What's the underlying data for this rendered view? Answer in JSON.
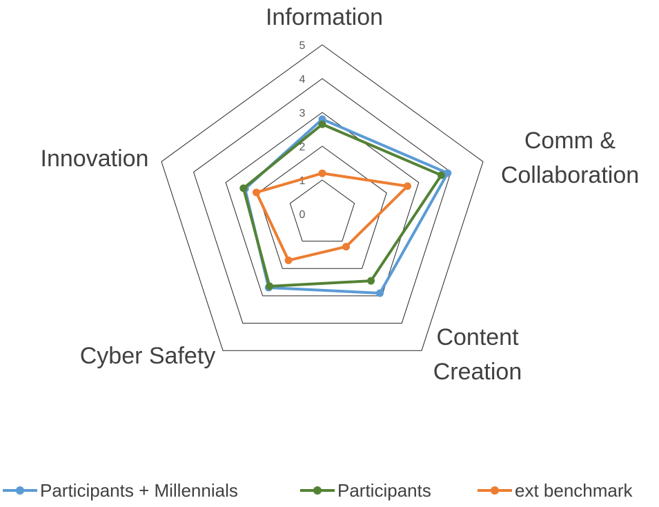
{
  "chart_data": {
    "type": "radar",
    "axes": [
      "Information",
      "Comm & Collaboration",
      "Content Creation",
      "Cyber Safety",
      "Innovation"
    ],
    "axis_label_lines": [
      [
        "Information"
      ],
      [
        "Comm  &",
        "Collaboration"
      ],
      [
        "Content",
        "Creation"
      ],
      [
        "Cyber Safety"
      ],
      [
        "Innovation"
      ]
    ],
    "r_range": [
      0,
      5
    ],
    "ticks": [
      "0",
      "1",
      "2",
      "3",
      "4",
      "5"
    ],
    "legend_position": "bottom",
    "series": [
      {
        "name": "Participants + Millennials",
        "color": "#5b9bd5",
        "values": [
          2.8,
          3.9,
          2.9,
          2.7,
          2.4
        ]
      },
      {
        "name": "Participants",
        "color": "#548235",
        "values": [
          2.65,
          3.7,
          2.45,
          2.65,
          2.45
        ]
      },
      {
        "name": "ext benchmark",
        "color": "#ed7d31",
        "values": [
          1.2,
          2.65,
          1.2,
          1.7,
          2.05
        ]
      }
    ]
  }
}
